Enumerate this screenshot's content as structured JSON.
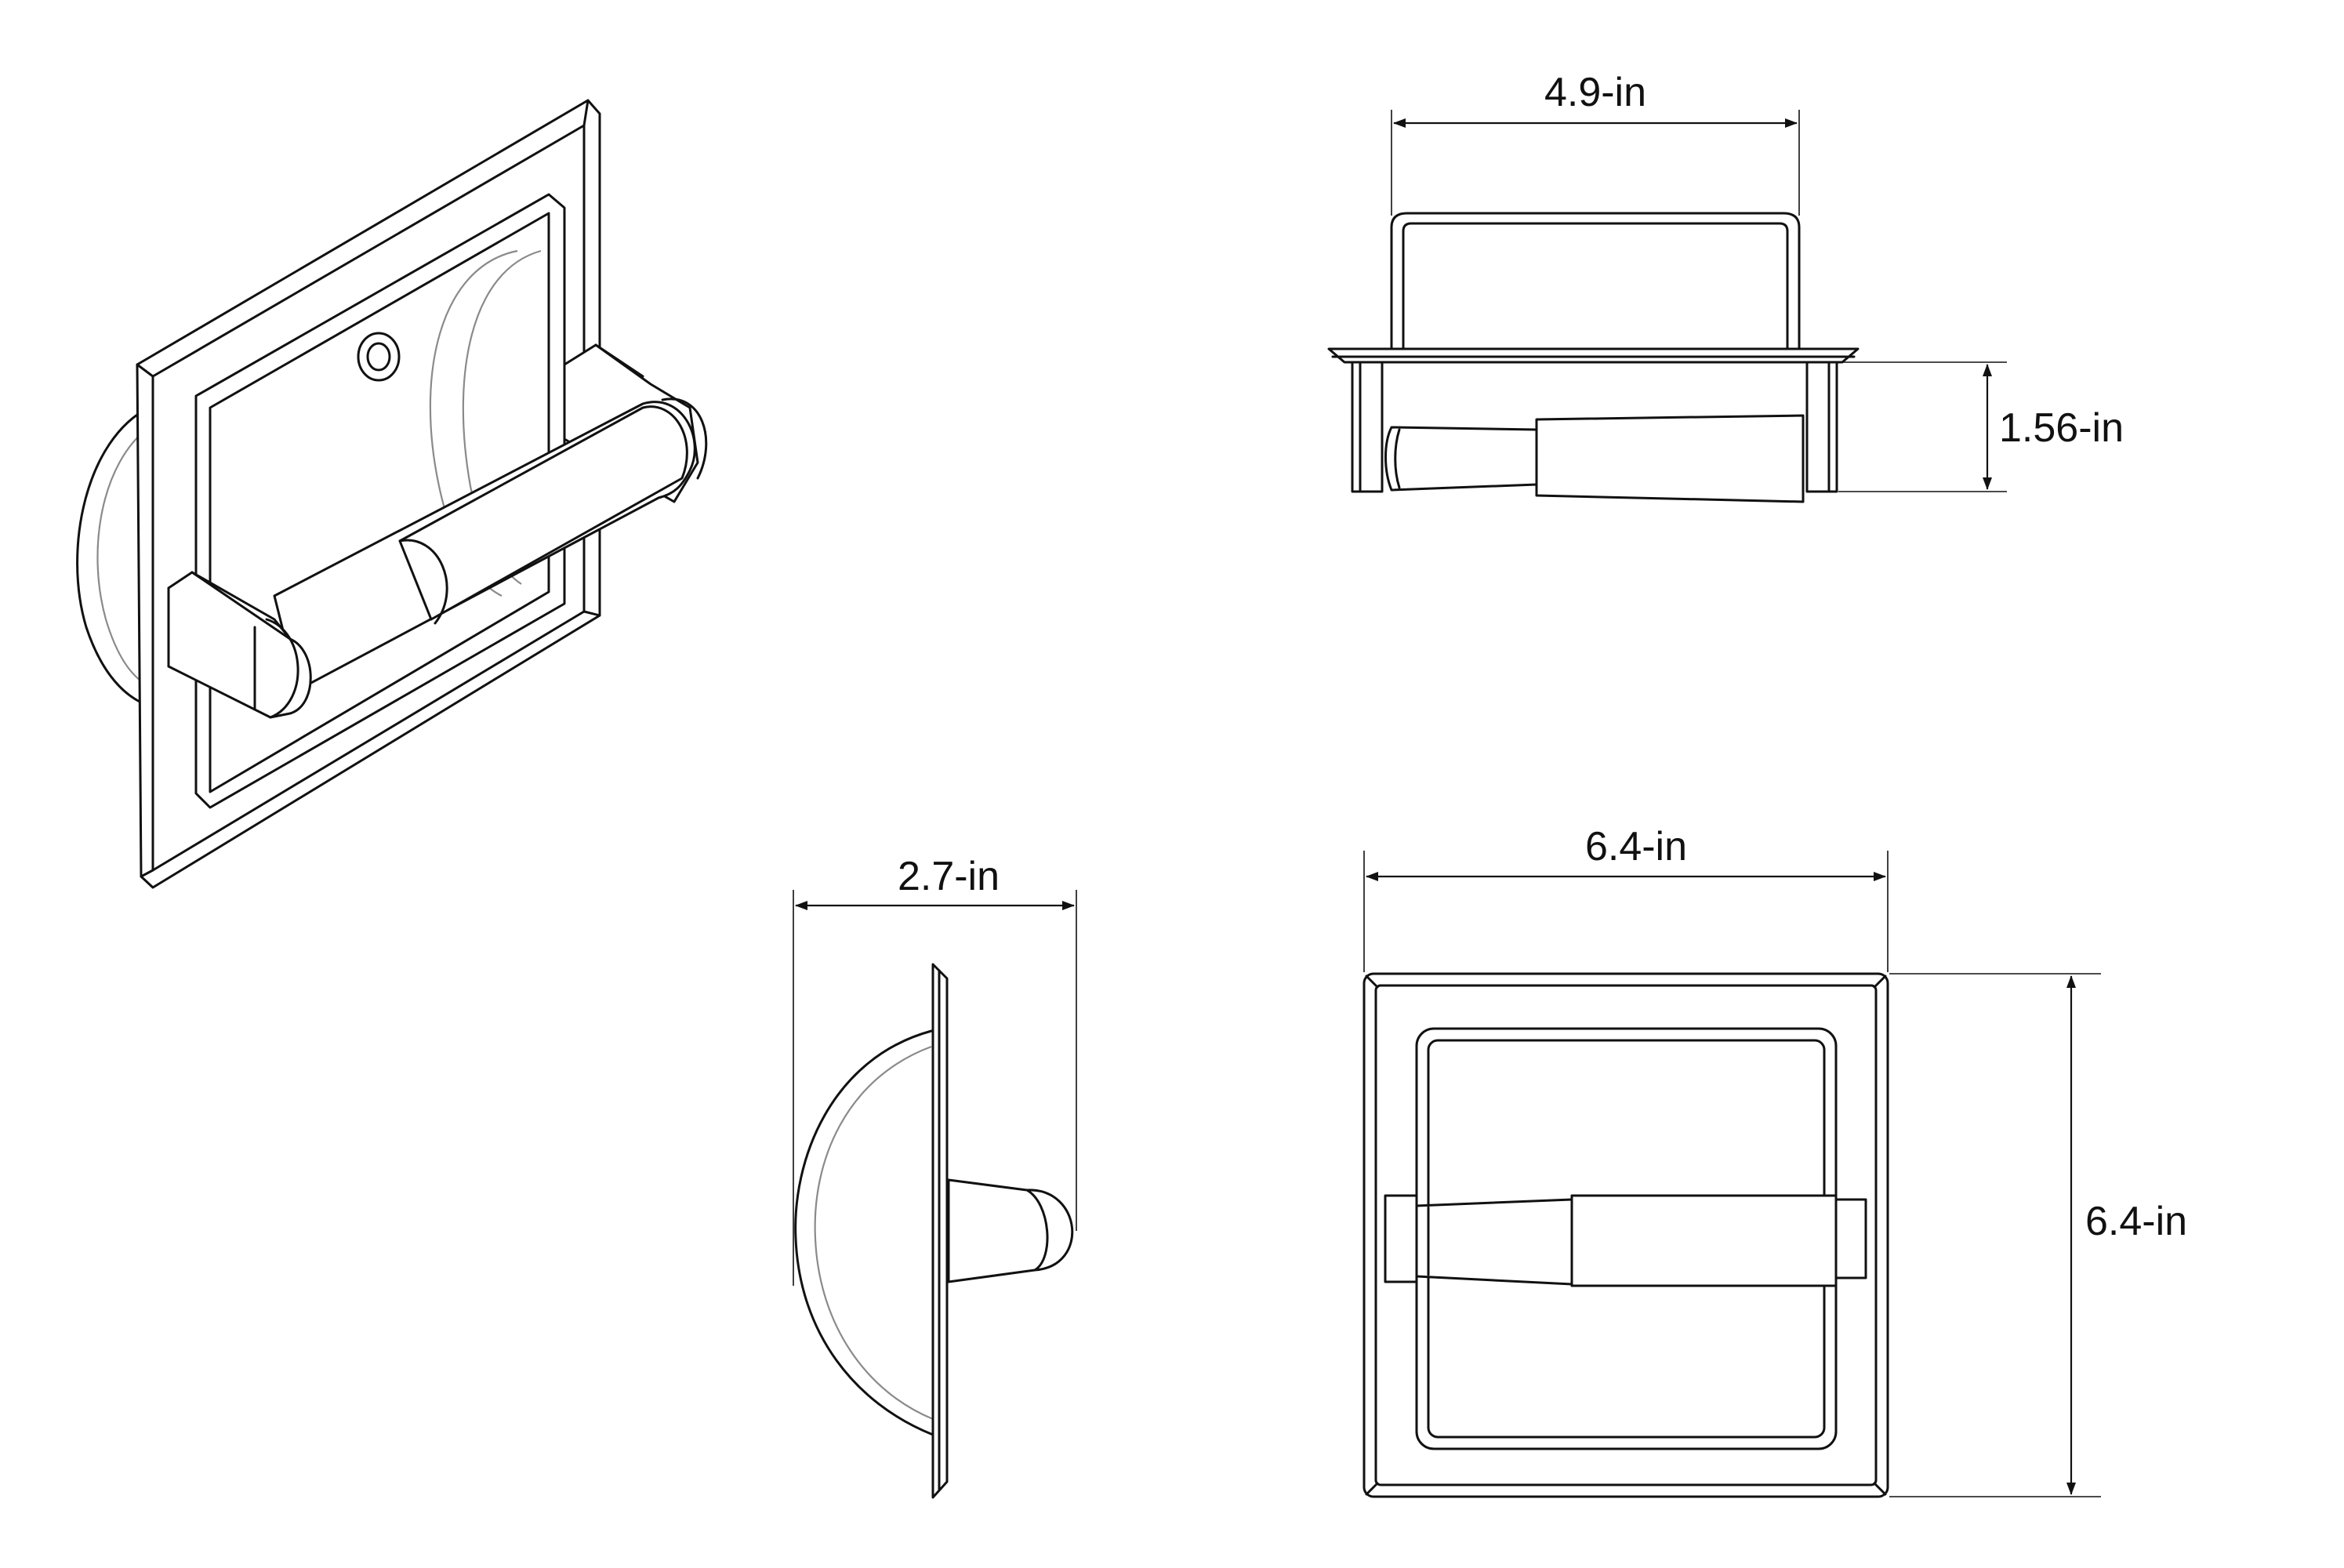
{
  "dimensions": {
    "top_width": "4.9-in",
    "top_depth": "1.56-in",
    "side_depth": "2.7-in",
    "front_width": "6.4-in",
    "front_height": "6.4-in"
  },
  "colors": {
    "line": "#111111",
    "hidden_line": "#8a8a8a",
    "background": "#ffffff"
  }
}
